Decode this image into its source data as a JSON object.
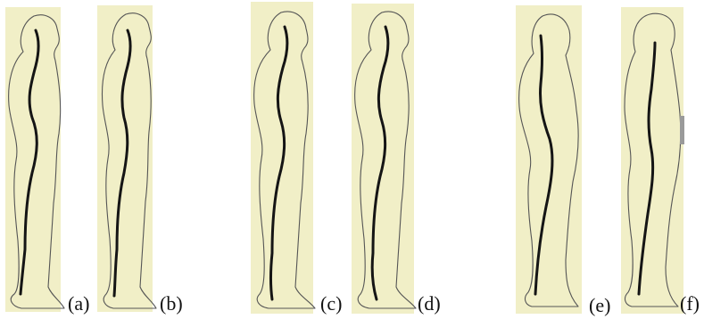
{
  "figure": {
    "panels": [
      {
        "label": "(a)",
        "view": "side silhouette with spine line"
      },
      {
        "label": "(b)",
        "view": "side silhouette with spine line"
      },
      {
        "label": "(c)",
        "view": "side silhouette with spine line"
      },
      {
        "label": "(d)",
        "view": "side silhouette with spine line"
      },
      {
        "label": "(e)",
        "view": "side silhouette with spine line"
      },
      {
        "label": "(f)",
        "view": "side silhouette with spine line"
      }
    ],
    "colors": {
      "panel_background": "#f1efc7",
      "silhouette_outline": "#555555",
      "spine_line": "#151515",
      "label_text": "#111111"
    }
  }
}
